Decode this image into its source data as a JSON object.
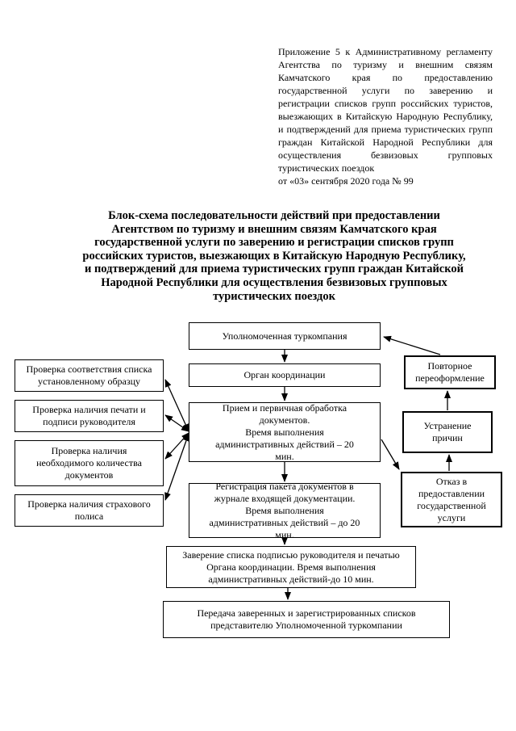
{
  "colors": {
    "background": "#ffffff",
    "text": "#000000",
    "line": "#000000"
  },
  "annex_note": {
    "paragraph": "Приложение 5 к Административному регламенту Агентства по туризму и внешним связям Камчатского края по предоставлению государственной услуги по заверению и регистрации списков групп российских туристов, выезжающих в Китайскую Народную Республику, и подтверждений для приема туристических групп граждан Китайской Народной Республики для осуществления безвизовых групповых туристических поездок",
    "date_line": "от «03» сентября 2020 года № 99"
  },
  "title": "Блок-схема последовательности действий при предоставлении\nАгентством по туризму и внешним связям Камчатского края\nгосударственной услуги по заверению и регистрации списков групп\nроссийских туристов, выезжающих в Китайскую Народную Республику,\nи подтверждений для приема туристических групп граждан Китайской\nНародной Республики для осуществления безвизовых групповых\nтуристических поездок",
  "flowchart": {
    "nodes": {
      "authorized_company": "Уполномоченная туркомпания",
      "coordination_body": "Орган координации",
      "reception": "Прием и первичная обработка документов.\nВремя выполнения административных действий – 20 мин.",
      "registration": "Регистрация пакета документов в журнале входящей документации.\nВремя выполнения административных действий – до 20 мин.",
      "certification": "Заверение списка подписью руководителя и печатью Органа координации. Время выполнения административных действий-до 10 мин.",
      "transfer": "Передача заверенных и зарегистрированных списков представителю Уполномоченной туркомпании",
      "check_list_format": "Проверка соответствия списка установленному образцу",
      "check_seal_signature": "Проверка наличия печати и подписи руководителя",
      "check_docs_quantity": "Проверка наличия необходимого количества документов",
      "check_insurance": "Проверка наличия страхового полиса",
      "re_registration": "Повторное переоформление",
      "cause_elimination": "Устранение причин",
      "refusal": "Отказ в предоставлении государственной услуги"
    },
    "edges": [
      {
        "from": "authorized_company",
        "to": "coordination_body",
        "bidirectional": false
      },
      {
        "from": "coordination_body",
        "to": "reception",
        "bidirectional": false
      },
      {
        "from": "reception",
        "to": "registration",
        "bidirectional": false
      },
      {
        "from": "registration",
        "to": "certification",
        "bidirectional": false
      },
      {
        "from": "certification",
        "to": "transfer",
        "bidirectional": false
      },
      {
        "from": "reception",
        "to": "check_list_format",
        "bidirectional": true
      },
      {
        "from": "reception",
        "to": "check_seal_signature",
        "bidirectional": true
      },
      {
        "from": "reception",
        "to": "check_docs_quantity",
        "bidirectional": true
      },
      {
        "from": "reception",
        "to": "check_insurance",
        "bidirectional": true
      },
      {
        "from": "reception",
        "to": "refusal",
        "bidirectional": false
      },
      {
        "from": "refusal",
        "to": "cause_elimination",
        "bidirectional": false
      },
      {
        "from": "cause_elimination",
        "to": "re_registration",
        "bidirectional": false
      },
      {
        "from": "re_registration",
        "to": "authorized_company",
        "bidirectional": false
      }
    ]
  }
}
